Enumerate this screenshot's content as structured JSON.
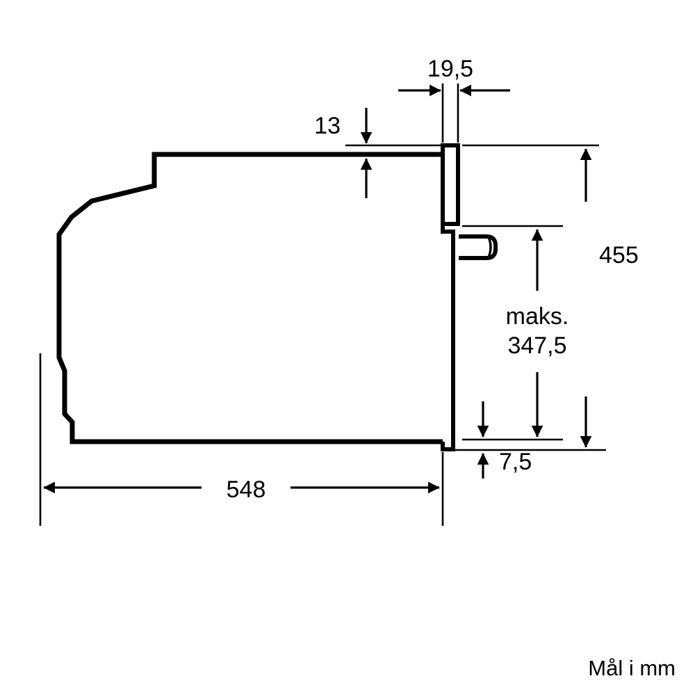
{
  "drawing": {
    "title": "Built-in oven side section dimension drawing",
    "unit_note": "Mål i mm",
    "line_color": "#000000",
    "background_color": "#ffffff"
  },
  "dimensions": {
    "niche_depth_top_offset": "13",
    "front_panel_thickness": "19,5",
    "body_depth": "548",
    "total_height": "455",
    "handle_max_height": "maks.",
    "handle_max_height_value": "347,5",
    "bottom_offset": "7,5"
  },
  "labels": [
    {
      "id": "d-13",
      "text": "13"
    },
    {
      "id": "d-19-5",
      "text": "19,5"
    },
    {
      "id": "d-548",
      "text": "548"
    },
    {
      "id": "d-455",
      "text": "455"
    },
    {
      "id": "d-maks",
      "text": "maks."
    },
    {
      "id": "d-347-5",
      "text": "347,5"
    },
    {
      "id": "d-7-5",
      "text": "7,5"
    },
    {
      "id": "unit",
      "text": "Mål i mm"
    }
  ]
}
